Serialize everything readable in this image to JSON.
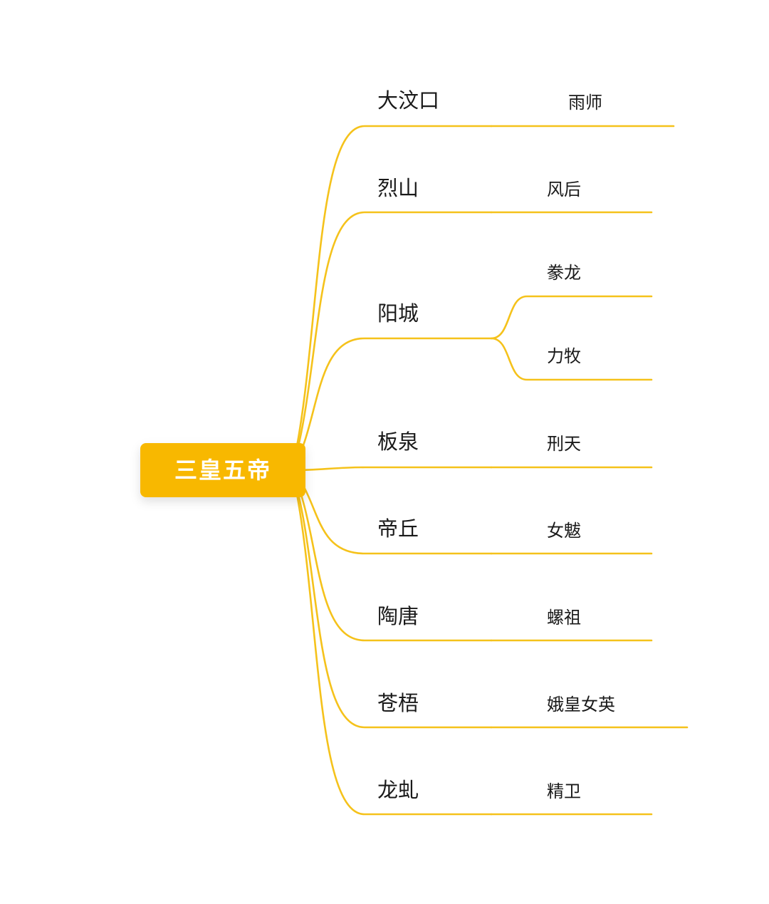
{
  "colors": {
    "accent": "#F8B800",
    "line": "#F5C21B",
    "root_text": "#FFFFFF",
    "node_text": "#1A1A1A",
    "background": "#FFFFFF"
  },
  "root": {
    "label": "三皇五帝"
  },
  "branches": [
    {
      "label": "大汶口",
      "children": [
        {
          "label": "雨师"
        }
      ]
    },
    {
      "label": "烈山",
      "children": [
        {
          "label": "风后"
        }
      ]
    },
    {
      "label": "阳城",
      "children": [
        {
          "label": "豢龙"
        },
        {
          "label": "力牧"
        }
      ]
    },
    {
      "label": "板泉",
      "children": [
        {
          "label": "刑天"
        }
      ]
    },
    {
      "label": "帝丘",
      "children": [
        {
          "label": "女魃"
        }
      ]
    },
    {
      "label": "陶唐",
      "children": [
        {
          "label": "螺祖"
        }
      ]
    },
    {
      "label": "苍梧",
      "children": [
        {
          "label": "娥皇女英"
        }
      ]
    },
    {
      "label": "龙虬",
      "children": [
        {
          "label": "精卫"
        }
      ]
    }
  ]
}
